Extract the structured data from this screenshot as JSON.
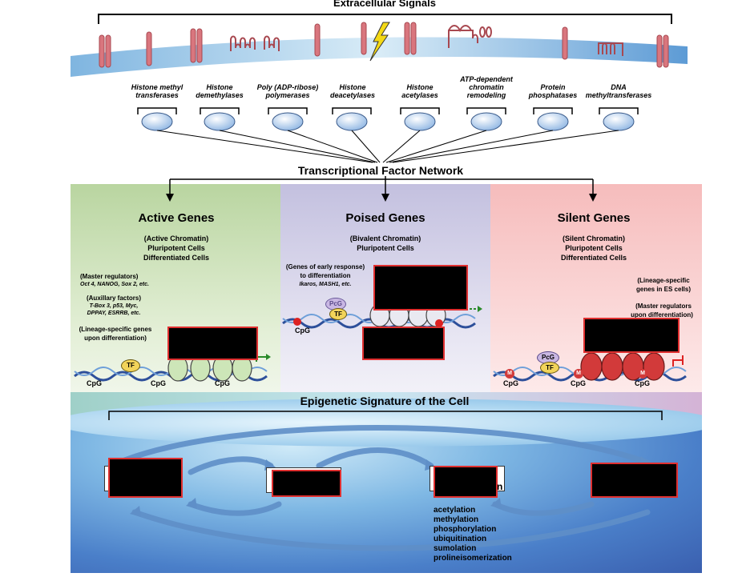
{
  "header": {
    "title": "Extracellular Signals"
  },
  "enzymes": [
    "Histone methyl transferases",
    "Histone demethylases",
    "Poly (ADP-ribose) polymerases",
    "Histone deacetylases",
    "Histone acetylases",
    "ATP-dependent chromatin remodeling",
    "Protein phosphatases",
    "DNA methyltransferases"
  ],
  "network": {
    "title": "Transcriptional Factor Network"
  },
  "panels": {
    "active": {
      "title": "Active Genes",
      "sub1": "(Active Chromatin)",
      "sub2": "Pluripotent Cells",
      "sub3": "Differentiated Cells",
      "master": "(Master regulators)",
      "master_list": "Oct 4, NANOG, Sox 2, etc.",
      "aux": "(Auxillary factors)",
      "aux_list1": "T-Box 3, p53, Myc,",
      "aux_list2": "DPPAY, ESRRB, etc.",
      "lineage1": "(Lineage-specific genes",
      "lineage2": "upon differentiation)",
      "tf": "TF",
      "cpg": "CpG"
    },
    "poised": {
      "title": "Poised Genes",
      "sub1": "(Bivalent Chromatin)",
      "sub2": "Pluripotent Cells",
      "early1": "(Genes of early response)",
      "early2": "to differentiation",
      "early_list": "Ikaros, MASH1, etc.",
      "pcg": "PcG",
      "tf": "TF",
      "cpg": "CpG"
    },
    "silent": {
      "title": "Silent Genes",
      "sub1": "(Silent Chromatin)",
      "sub2": "Pluripotent Cells",
      "sub3": "Differentiated Cells",
      "lineage1": "(Lineage-specific",
      "lineage2": "genes in ES cells)",
      "master1": "(Master regulators",
      "master2": "upon differentiation)",
      "pcg": "PcG",
      "tf": "TF",
      "m": "M",
      "cpg": "CpG"
    }
  },
  "signature": {
    "title": "Epigenetic Signature of the Cell",
    "partial_label": "n",
    "modifications": [
      "acetylation",
      "methylation",
      "phosphorylation",
      "ubiquitination",
      "sumolation",
      "prolineisomerization"
    ]
  },
  "colors": {
    "active_bg": "#c9dfb4",
    "poised_bg": "#cfcde6",
    "silent_bg": "#f7c9c9",
    "signature_bg": "#4a7fc9",
    "receptor": "#d9767e",
    "redaction_border": "#e03030"
  }
}
